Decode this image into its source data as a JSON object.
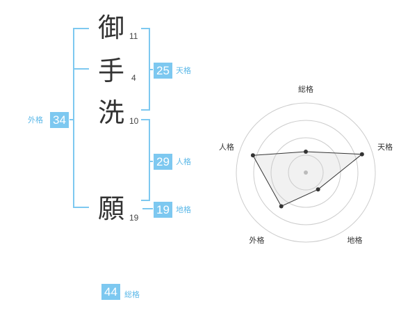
{
  "characters": [
    {
      "char": "御",
      "strokes": "11"
    },
    {
      "char": "手",
      "strokes": "4"
    },
    {
      "char": "洗",
      "strokes": "10"
    },
    {
      "char": "願",
      "strokes": "19"
    }
  ],
  "kakusu": {
    "tenkaku": {
      "value": "25",
      "label": "天格"
    },
    "jinkaku": {
      "value": "29",
      "label": "人格"
    },
    "chikaku": {
      "value": "19",
      "label": "地格"
    },
    "gaikaku": {
      "value": "34",
      "label": "外格"
    },
    "soukaku": {
      "value": "44",
      "label": "総格"
    }
  },
  "colors": {
    "accent": "#7dc8f0",
    "label": "#5bb8e8",
    "text": "#333333"
  },
  "chart_data": {
    "type": "radar",
    "axes": [
      "総格",
      "天格",
      "地格",
      "外格",
      "人格"
    ],
    "values": [
      0.3,
      0.85,
      0.3,
      0.6,
      0.8
    ],
    "max": 1.0,
    "rings": 4
  }
}
